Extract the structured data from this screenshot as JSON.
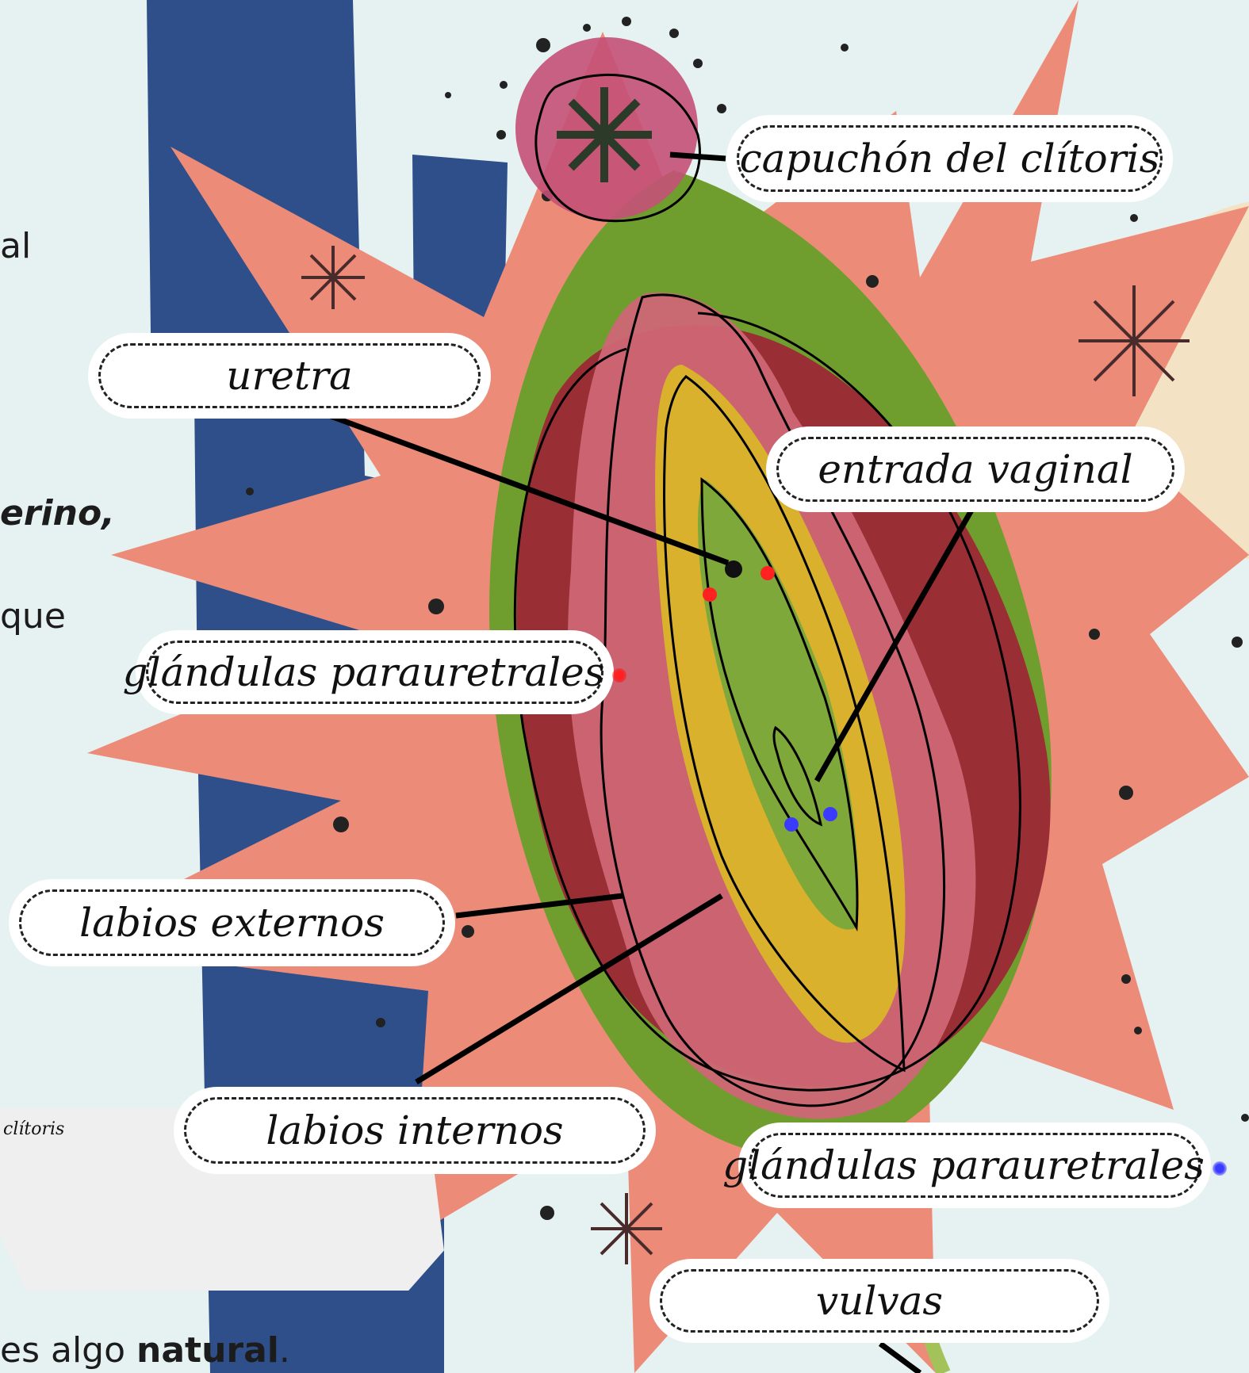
{
  "body_text": {
    "line1": "al",
    "line2": "erino,",
    "line3": "que",
    "line4_pre": "es algo ",
    "line4_bold": "natural",
    "line4_post": "."
  },
  "small_note": "clítoris",
  "labels": {
    "hood": "capuchón del clítoris",
    "urethra": "uretra",
    "vaginal": "entrada vaginal",
    "paraurethral_1": "glándulas parauretrales",
    "outer_labia": "labios externos",
    "inner_labia": "labios internos",
    "paraurethral_2": "glándulas parauretrales",
    "vulvas": "vulvas"
  },
  "colors": {
    "background": "#e6f2f1",
    "blue_paper": "#2f4f8a",
    "star": "#ec8c78",
    "leaf": "#6f9e2e",
    "outer_labia": "#9a2e35",
    "inner_labia": "#cd6675",
    "yellow": "#d9b12c",
    "dot_red": "#ff2020",
    "dot_blue": "#3b3bff"
  }
}
